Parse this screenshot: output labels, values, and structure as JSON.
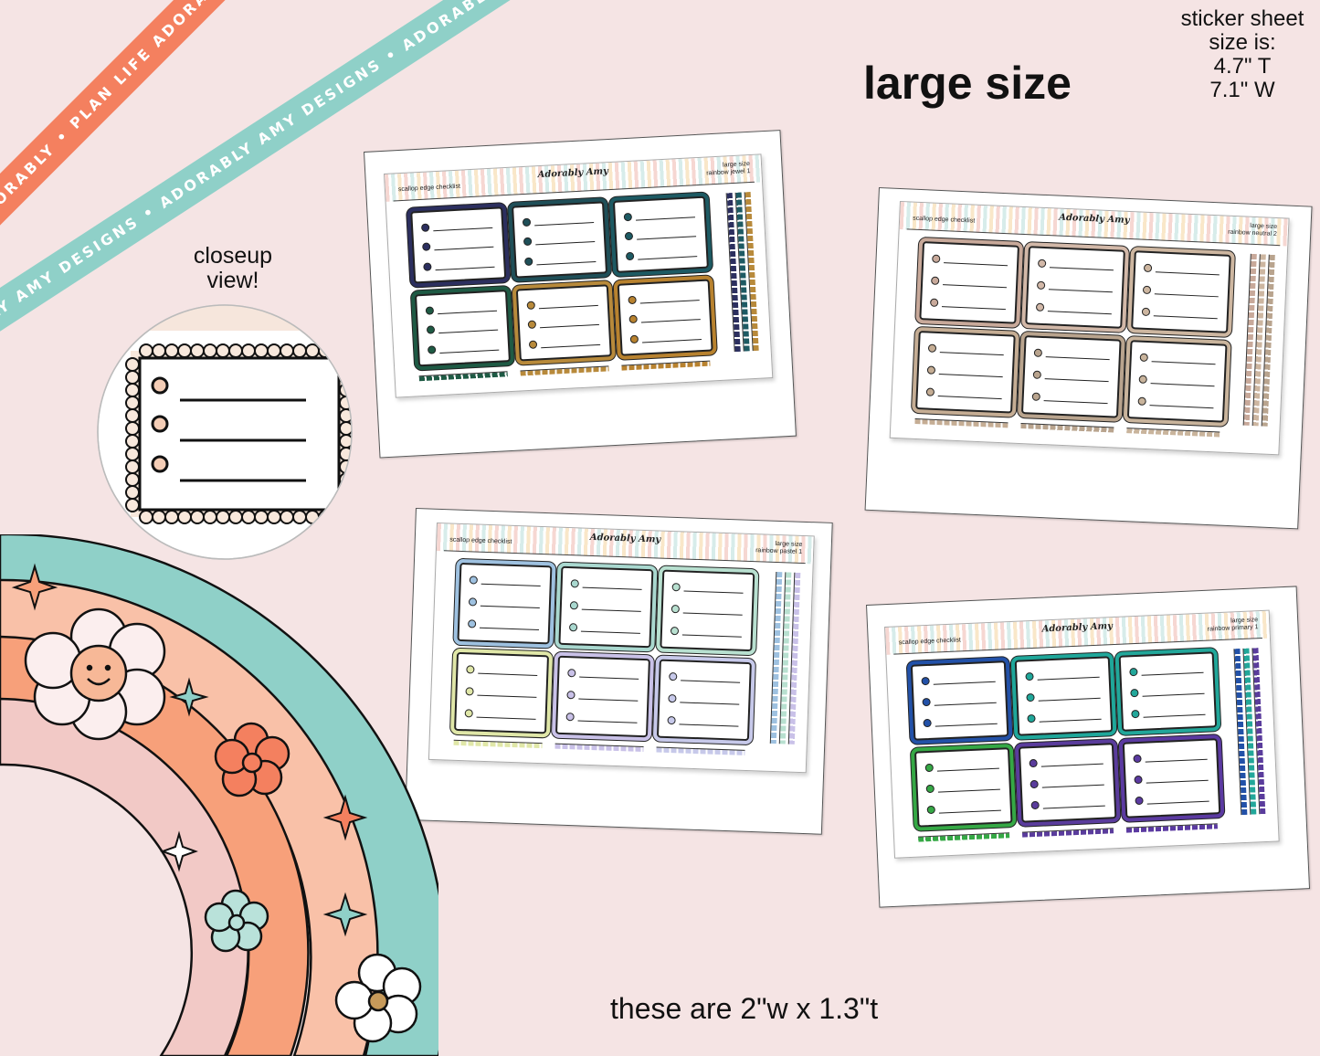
{
  "banners": {
    "orange_text": "PLAN LIFE ADORABLY • PLAN LIFE ADORABLY • PLAN LIFE ADORABLY",
    "teal_text": "ADORABLY AMY DESIGNS • ADORABLY AMY DESIGNS • ADORABLY AMY DESIGNS",
    "orange_color": "#f4805f",
    "teal_color": "#8fd0c8"
  },
  "heading": "large size",
  "sheet_size": {
    "line1": "sticker sheet",
    "line2": "size is:",
    "line3": "4.7\" T",
    "line4": "7.1\" W"
  },
  "closeup": {
    "line1": "closeup",
    "line2": "view!"
  },
  "footer": "these are 2\"w x 1.3\"t",
  "sheet_common": {
    "title": "scallop edge checklist",
    "brand": "Adorably Amy",
    "size_label": "large size"
  },
  "sheets": [
    {
      "variant": "rainbow jewel 1",
      "colors": [
        "#2c2f5f",
        "#1f4f58",
        "#1d5a63",
        "#1e5a44",
        "#b88a3b",
        "#b8822f"
      ]
    },
    {
      "variant": "rainbow neutral 2",
      "colors": [
        "#c8a99a",
        "#d2b8a8",
        "#cdb6a0",
        "#c5ad94",
        "#b9a48e",
        "#c9b49c"
      ]
    },
    {
      "variant": "rainbow pastel 1",
      "colors": [
        "#9ec1e0",
        "#a9d8cf",
        "#b8e0d0",
        "#e0e7a8",
        "#c9c1e8",
        "#c7c9ea"
      ]
    },
    {
      "variant": "rainbow primary 1",
      "colors": [
        "#2251a8",
        "#1fa79a",
        "#22a79a",
        "#35a845",
        "#5a3c9c",
        "#5b3aa1"
      ]
    }
  ],
  "rainbow_colors": [
    "#8fd0c8",
    "#f9c1a8",
    "#f7a07a",
    "#f2c9c6"
  ]
}
